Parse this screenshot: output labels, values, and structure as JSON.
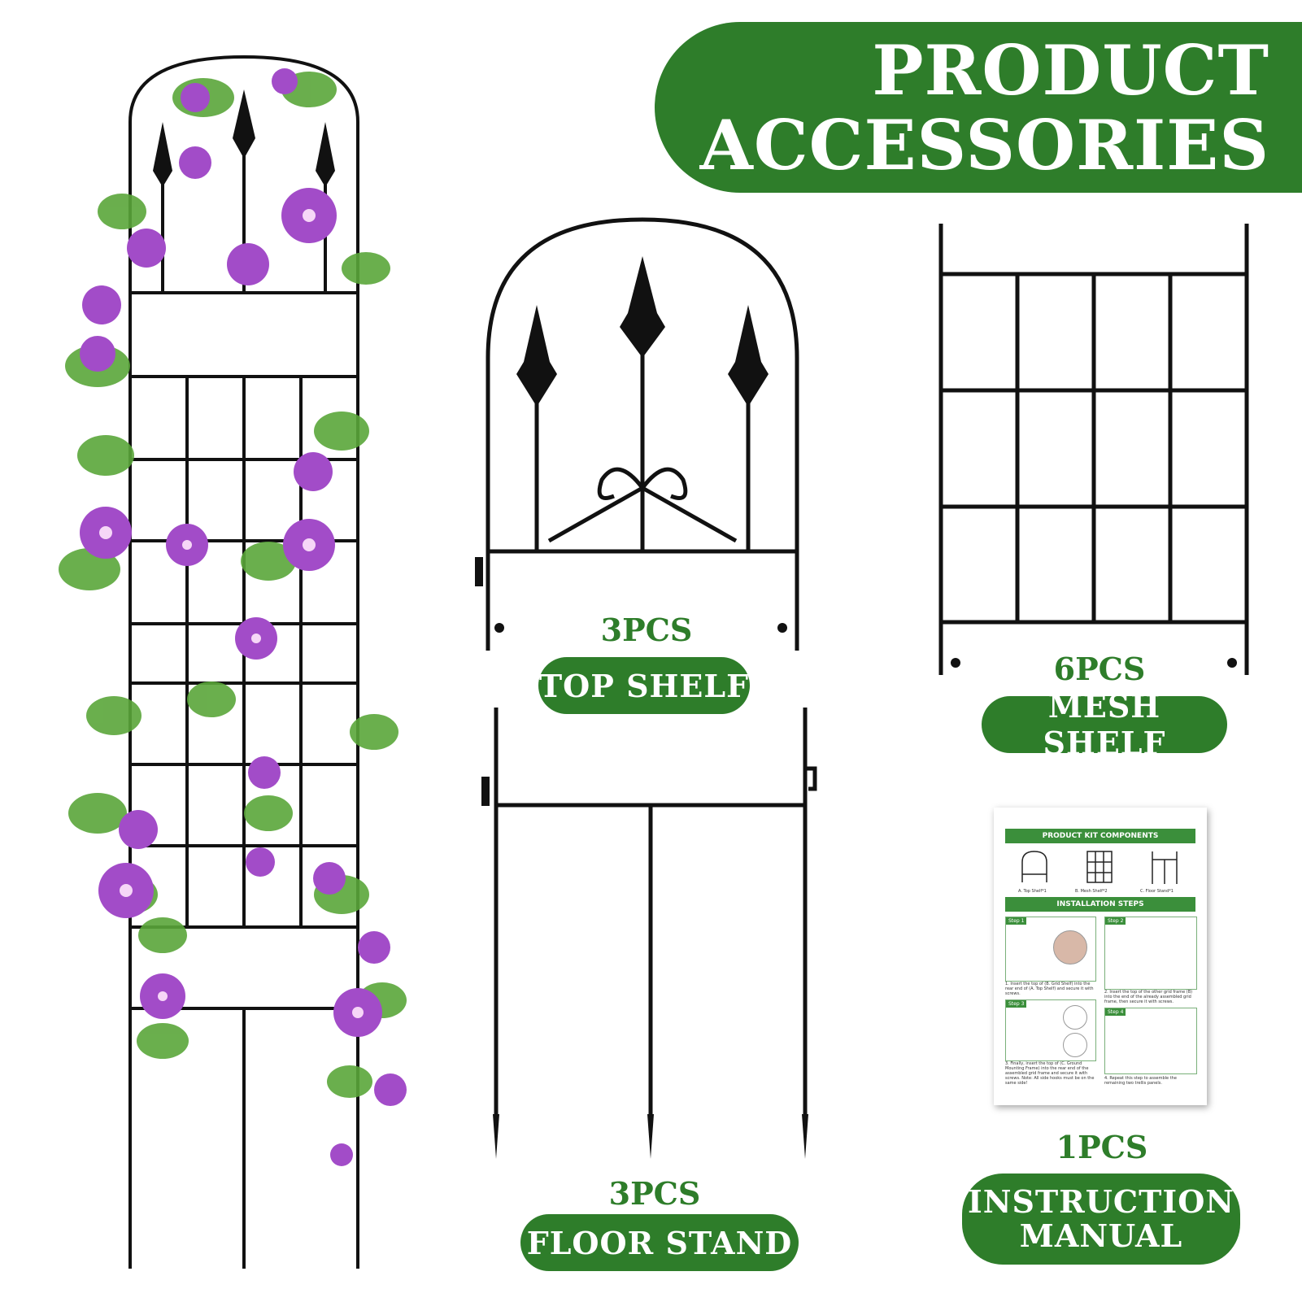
{
  "banner": {
    "line1": "PRODUCT",
    "line2": "ACCESSORIES"
  },
  "items": [
    {
      "count": "3PCS",
      "label": "TOP SHELF"
    },
    {
      "count": "6PCS",
      "label": "MESH SHELF"
    },
    {
      "count": "3PCS",
      "label": "FLOOR STAND"
    },
    {
      "count": "1PCS",
      "label_line1": "INSTRUCTION",
      "label_line2": "MANUAL"
    }
  ],
  "manual": {
    "components_title": "PRODUCT KIT COMPONENTS",
    "component_a": "A. Top Shelf*1",
    "component_b": "B. Mesh Shelf*2",
    "component_c": "C. Floor Stand*1",
    "steps_title": "INSTALLATION STEPS",
    "step1": "Step 1",
    "step1_text": "1. Insert the top of (B. Grid Shelf) into the rear end of (A. Top Shelf) and secure it with screws.",
    "step2": "Step 2",
    "step2_text": "2. Insert the top of the other grid frame (B) into the end of the already assembled grid frame, then secure it with screws.",
    "step3": "Step 3",
    "step3_text": "3. Finally, insert the top of (C. Ground Mounting Frame) into the rear end of the assembled grid frame and secure it with screws. Note: All side hooks must be on the same side!",
    "step4": "Step 4",
    "step4_text": "4. Repeat this step to assemble the remaining two trellis panels."
  },
  "colors": {
    "brand_green": "#2e7d2a",
    "metal": "#111111",
    "flower": "#a24cc8",
    "leaf": "#5aa63a"
  }
}
